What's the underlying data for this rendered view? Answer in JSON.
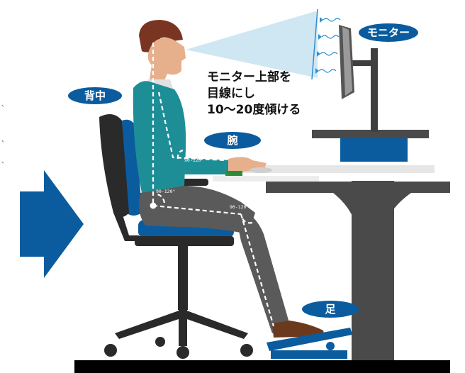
{
  "labels": {
    "monitor": "モニター",
    "back": "背中",
    "arm": "腕",
    "foot": "足"
  },
  "caption": {
    "line1": "モニター上部を",
    "line2": "目線にし",
    "line3": "10〜20度傾ける"
  },
  "angles": {
    "elbow": "90-120°",
    "hip": "90-120°",
    "knee": "90-120°"
  },
  "margin_marks": [
    "、",
    "、",
    "、"
  ],
  "colors": {
    "accent_blue": "#0B5C9E",
    "dark_gray": "#3F3F3F",
    "pants_gray": "#5A5A5A",
    "sweater": "#1E8E96",
    "chair_black": "#2A2A2A",
    "sight_cone": "#CFE7F2",
    "wave_blue": "#2C8FD0",
    "floor": "#000000"
  },
  "icons": {
    "left_arrow": "right-arrow-icon",
    "person": "seated-person-icon",
    "monitor": "monitor-icon",
    "chair": "office-chair-icon",
    "desk": "desk-icon",
    "footrest": "footrest-icon"
  }
}
